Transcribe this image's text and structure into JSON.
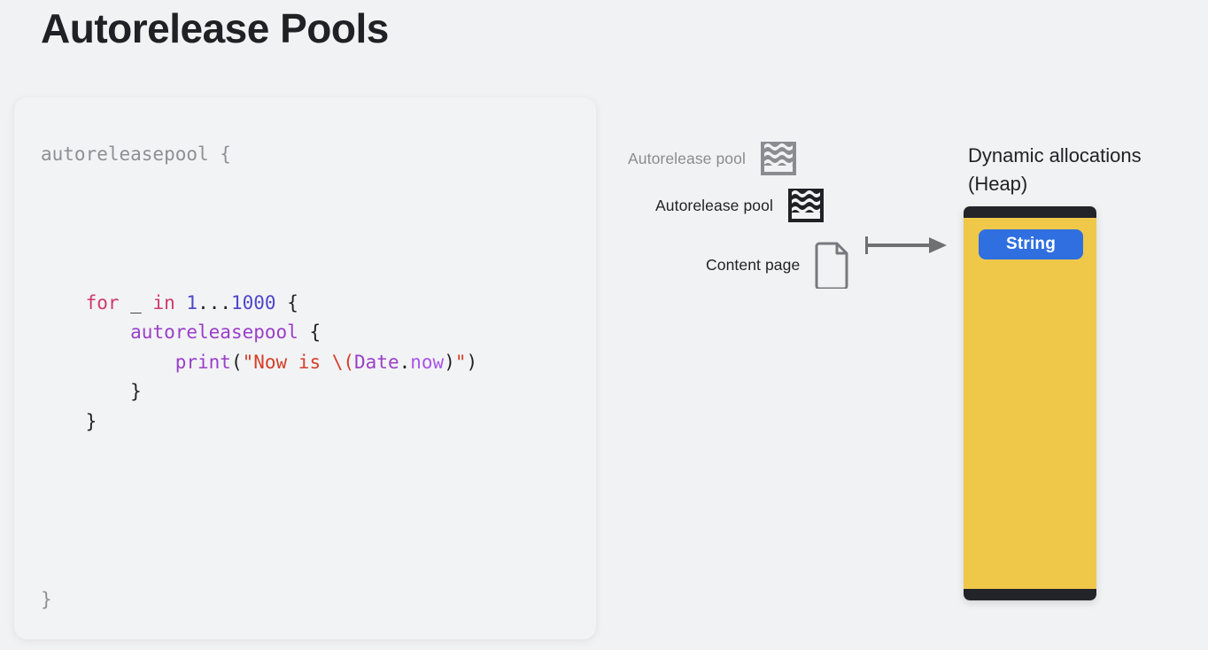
{
  "page": {
    "title": "Autorelease Pools",
    "background_color": "#f1f2f4"
  },
  "code_card": {
    "background_color": "#f2f3f5",
    "lines": [
      {
        "indent": 0,
        "dim": true,
        "tokens": [
          {
            "text": "autoreleasepool {",
            "type": "dim"
          }
        ]
      },
      {
        "indent": 0,
        "dim": false,
        "tokens": []
      },
      {
        "indent": 0,
        "dim": false,
        "tokens": []
      },
      {
        "indent": 0,
        "dim": false,
        "tokens": []
      },
      {
        "indent": 0,
        "dim": false,
        "tokens": []
      },
      {
        "indent": 1,
        "dim": false,
        "tokens": [
          {
            "text": "for",
            "type": "kw"
          },
          {
            "text": " _ ",
            "type": "punct"
          },
          {
            "text": "in",
            "type": "kw"
          },
          {
            "text": " ",
            "type": "punct"
          },
          {
            "text": "1",
            "type": "num"
          },
          {
            "text": "...",
            "type": "punct"
          },
          {
            "text": "1000",
            "type": "num"
          },
          {
            "text": " {",
            "type": "punct"
          }
        ]
      },
      {
        "indent": 2,
        "dim": false,
        "tokens": [
          {
            "text": "autoreleasepool",
            "type": "func"
          },
          {
            "text": " {",
            "type": "punct"
          }
        ]
      },
      {
        "indent": 3,
        "dim": false,
        "tokens": [
          {
            "text": "print",
            "type": "func"
          },
          {
            "text": "(",
            "type": "punct"
          },
          {
            "text": "\"Now is \\(",
            "type": "str"
          },
          {
            "text": "Date",
            "type": "func"
          },
          {
            "text": ".",
            "type": "punct"
          },
          {
            "text": "now",
            "type": "prop"
          },
          {
            "text": ")",
            "type": "punct"
          },
          {
            "text": "\"",
            "type": "str"
          },
          {
            "text": ")",
            "type": "punct"
          }
        ]
      },
      {
        "indent": 2,
        "dim": false,
        "tokens": [
          {
            "text": "}",
            "type": "punct"
          }
        ]
      },
      {
        "indent": 1,
        "dim": false,
        "tokens": [
          {
            "text": "}",
            "type": "punct"
          }
        ]
      },
      {
        "indent": 0,
        "dim": false,
        "tokens": []
      },
      {
        "indent": 0,
        "dim": false,
        "tokens": []
      },
      {
        "indent": 0,
        "dim": false,
        "tokens": []
      },
      {
        "indent": 0,
        "dim": false,
        "tokens": []
      },
      {
        "indent": 0,
        "dim": false,
        "tokens": []
      },
      {
        "indent": 0,
        "dim": true,
        "tokens": [
          {
            "text": "}",
            "type": "dim"
          }
        ]
      }
    ],
    "syntax_colors": {
      "dim": "#8d9094",
      "kw": "#cf3a6b",
      "num": "#4f46c8",
      "func": "#9a3fc9",
      "prop": "#a855e8",
      "str": "#d5402a",
      "punct": "#1f2124"
    }
  },
  "diagram": {
    "legend": [
      {
        "label": "Autorelease pool",
        "icon": "pool-icon",
        "color": "#8a8c90",
        "muted": true
      },
      {
        "label": "Autorelease pool",
        "icon": "pool-icon",
        "color": "#1f2124",
        "muted": false
      },
      {
        "label": "Content page",
        "icon": "document-icon",
        "color": "#1f2124",
        "muted": false
      }
    ],
    "arrow": {
      "name": "flow-arrow-icon",
      "color": "#6e7072"
    },
    "heap": {
      "title_line1": "Dynamic allocations",
      "title_line2": "(Heap)",
      "block_color": "#efc84a",
      "cap_color": "#22242a",
      "chip_label": "String",
      "chip_color": "#2f6fe0"
    }
  }
}
